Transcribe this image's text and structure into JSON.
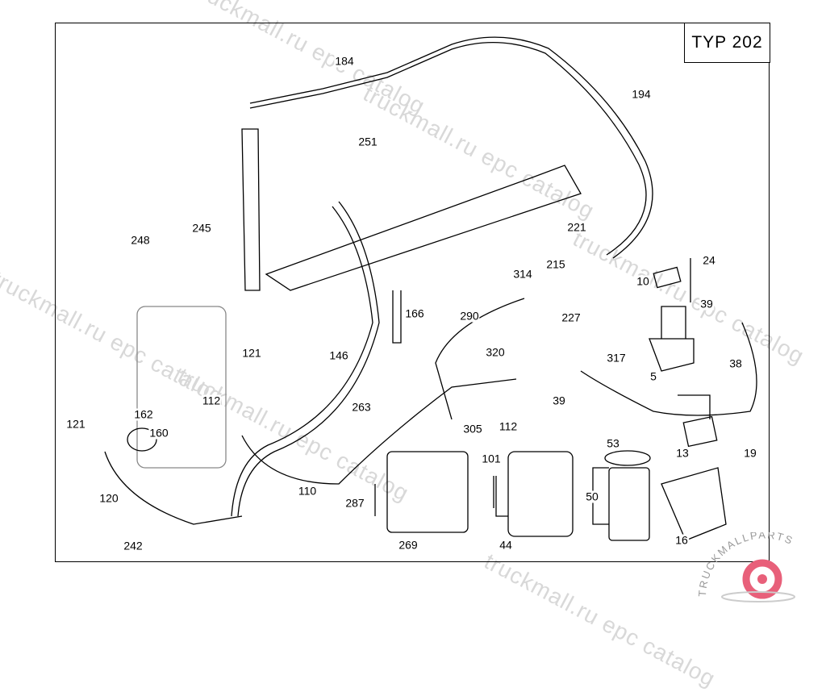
{
  "header": {
    "type_label": "TYP 202"
  },
  "watermark": {
    "text": "truckmall.ru epc catalog"
  },
  "logo": {
    "text": "TRUCKMALLPARTS",
    "brand_color": "#e8607a"
  },
  "callouts": [
    "184",
    "194",
    "251",
    "248",
    "245",
    "221",
    "215",
    "24",
    "314",
    "10",
    "39",
    "290",
    "166",
    "227",
    "317",
    "38",
    "5",
    "146",
    "121",
    "320",
    "112",
    "39",
    "263",
    "121",
    "162",
    "112",
    "305",
    "160",
    "13",
    "19",
    "53",
    "101",
    "110",
    "50",
    "287",
    "120",
    "44",
    "269",
    "16",
    "242"
  ]
}
